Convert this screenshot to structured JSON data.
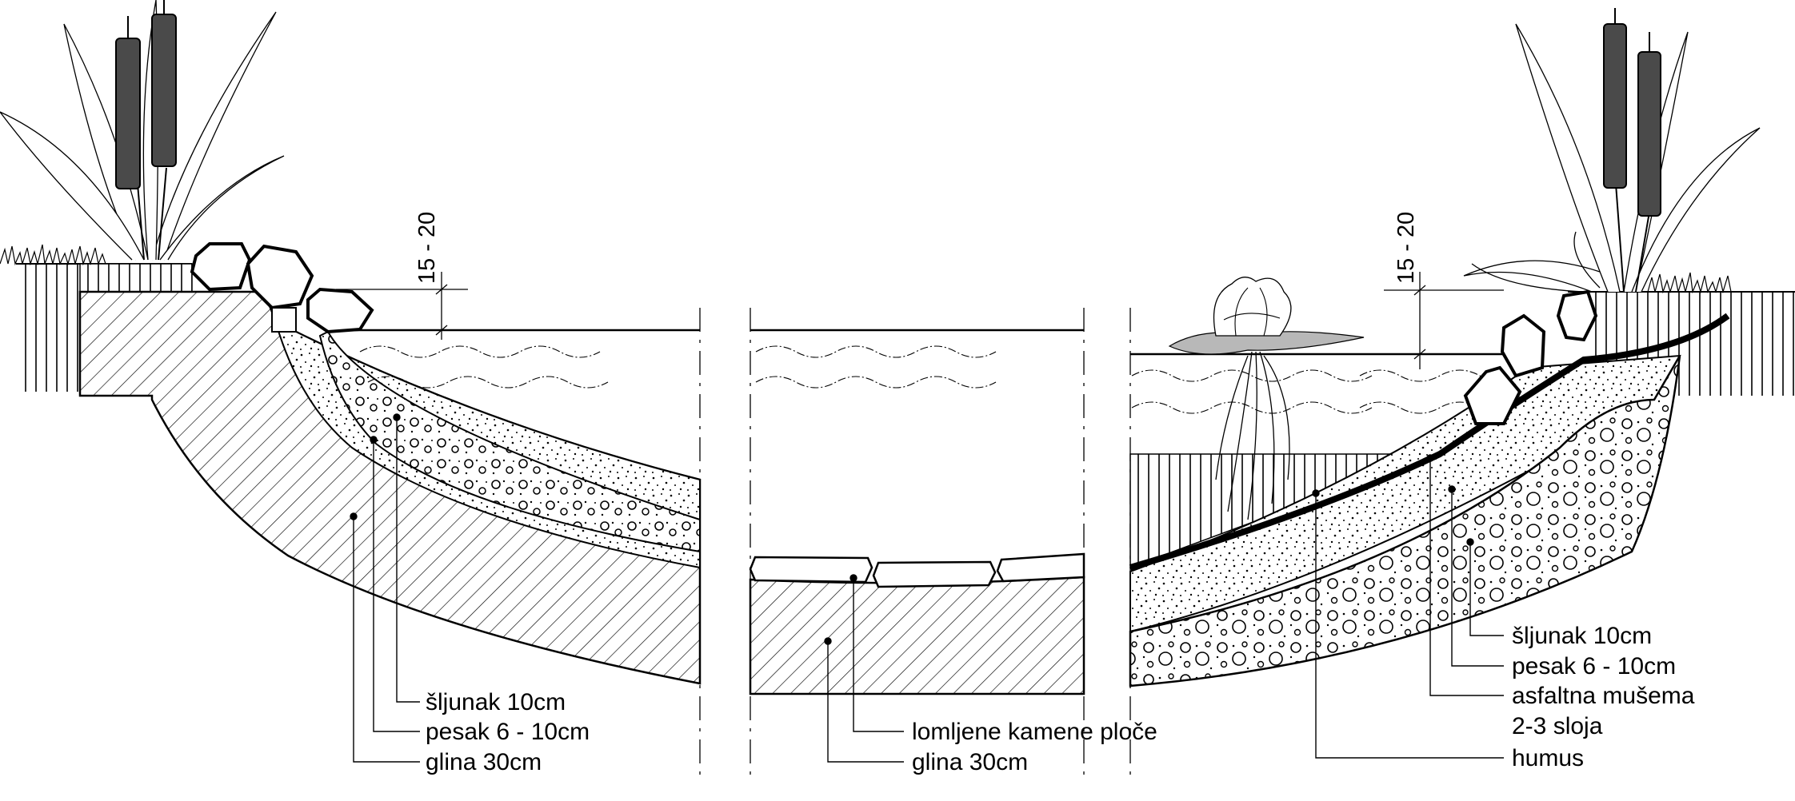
{
  "left_section": {
    "dimension": "15 - 20",
    "layers": [
      {
        "name": "šljunak",
        "thickness": "10cm"
      },
      {
        "name": "pesak",
        "thickness": "6 - 10cm"
      },
      {
        "name": "glina",
        "thickness": "30cm"
      }
    ]
  },
  "middle_section": {
    "layers": [
      {
        "name": "lomljene kamene ploče",
        "thickness": ""
      },
      {
        "name": "glina",
        "thickness": "30cm"
      }
    ]
  },
  "right_section": {
    "dimension": "15 - 20",
    "layers": [
      {
        "name": "šljunak",
        "thickness": "10cm"
      },
      {
        "name": "pesak",
        "thickness": "6 - 10cm"
      },
      {
        "name": "asfaltna mušema",
        "thickness": ""
      },
      {
        "name": "2-3 sloja",
        "thickness": ""
      },
      {
        "name": "humus",
        "thickness": ""
      }
    ]
  },
  "colors": {
    "ink": "#000000",
    "water_leaf": "#b8b8b8",
    "cattail": "#4a4a4a"
  }
}
